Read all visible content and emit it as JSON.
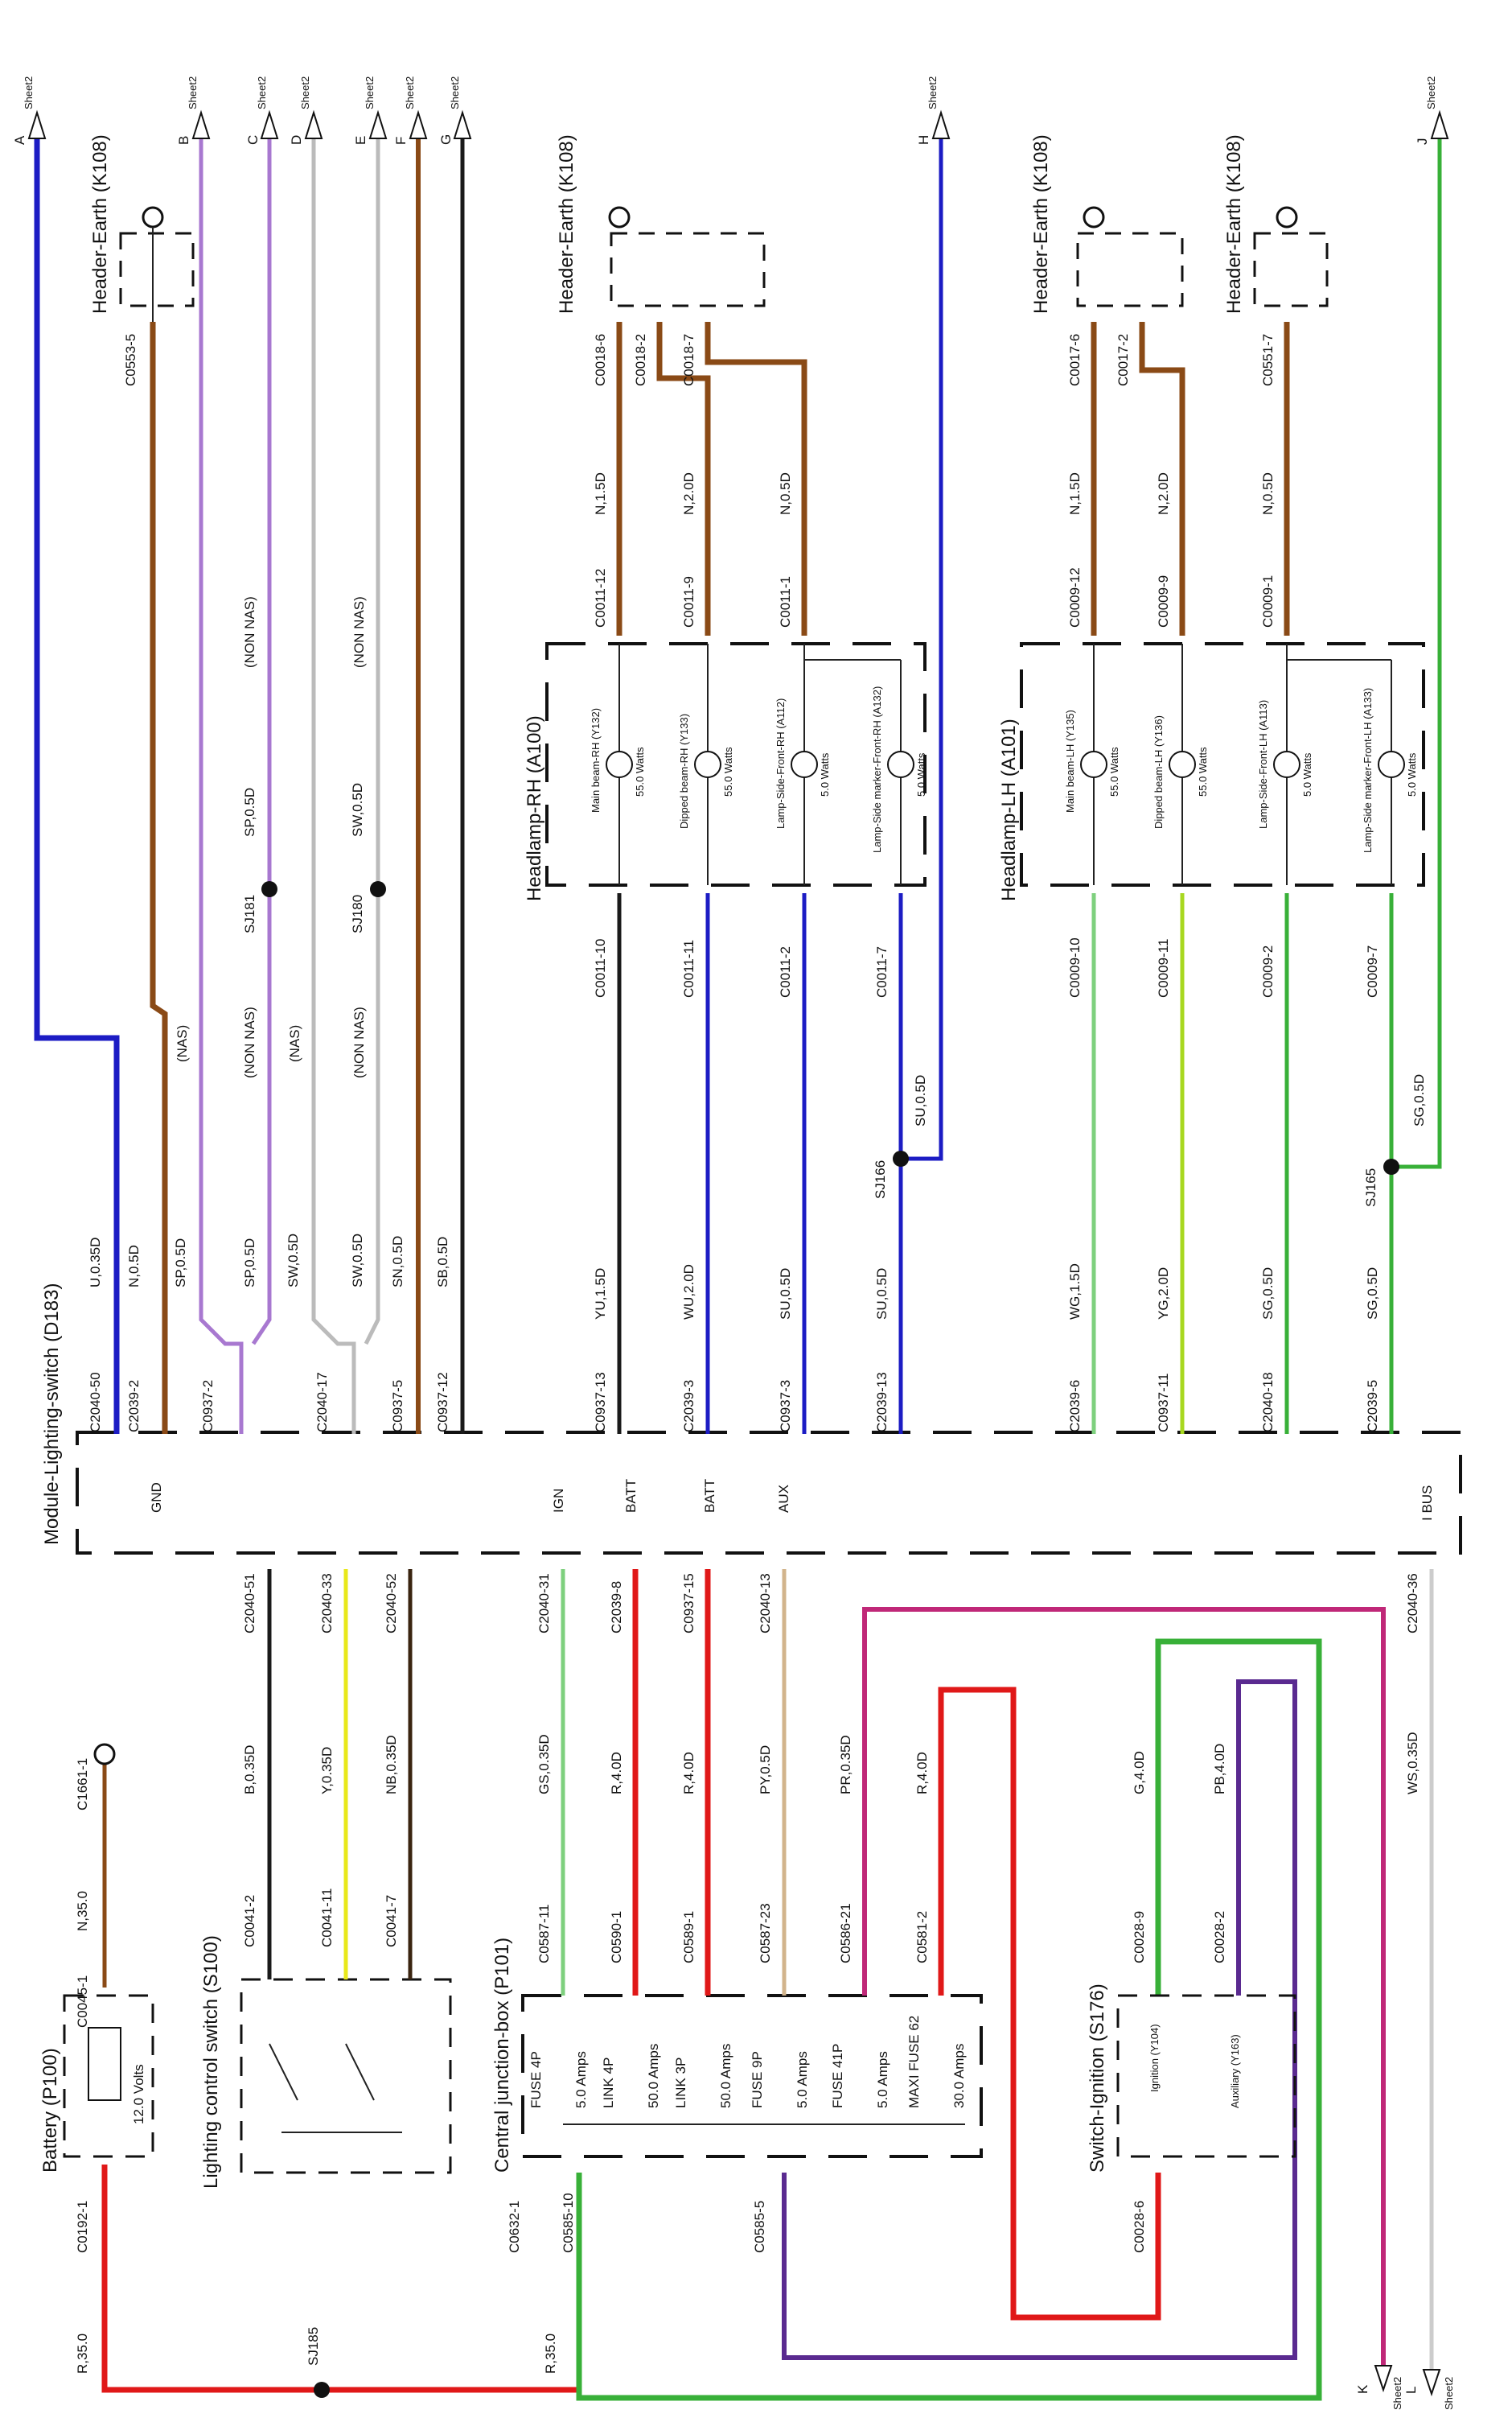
{
  "colors": {
    "blue": "#1c1cc4",
    "brown": "#8a4a16",
    "purple": "#a878d0",
    "white": "#bbbbbb",
    "black": "#1a1a1a",
    "red": "#e01818",
    "yellow": "#e8e81a",
    "green": "#38b038",
    "pink": "#c02878",
    "violet": "#5a2a90",
    "sandy": "#d2b48c",
    "ltgreen": "#7ed07e",
    "lime": "#a8d820"
  },
  "sheet_ref": "Sheet2",
  "modules": {
    "lighting_switch": "Module-Lighting-switch (D183)",
    "battery": "Battery (P100)",
    "lighting_control": "Lighting control switch (S100)",
    "cjb": "Central junction-box (P101)",
    "ignition": "Switch-Ignition (S176)",
    "headlamp_rh": "Headlamp-RH (A100)",
    "headlamp_lh": "Headlamp-LH (A101)",
    "header_earth": "Header-Earth (K108)"
  },
  "module_pins": [
    "GND",
    "IGN",
    "BATT",
    "BATT",
    "AUX",
    "I BUS"
  ],
  "top_wires": [
    {
      "letter": "A",
      "code": "U,0.35D",
      "conn": "C2040-50",
      "color": "blue"
    },
    {
      "letter": "B",
      "code": "SP,0.5D",
      "conn": "C0937-2",
      "color": "purple"
    },
    {
      "letter": "C",
      "code": "SP,0.5D",
      "conn": "",
      "color": "purple"
    },
    {
      "letter": "D",
      "code": "SW,0.5D",
      "conn": "C2040-17",
      "color": "white"
    },
    {
      "letter": "E",
      "code": "SW,0.5D",
      "conn": "",
      "color": "white"
    },
    {
      "letter": "F",
      "code": "SN,0.5D",
      "conn": "C0937-5",
      "color": "brown"
    },
    {
      "letter": "G",
      "code": "SB,0.5D",
      "conn": "C0937-12",
      "color": "black"
    }
  ],
  "gnd_wire": {
    "code": "N,0.5D",
    "conn": "C2039-2",
    "earth_conn": "C0553-5"
  },
  "variant_notes": [
    "(NAS)",
    "(NON NAS)",
    "(NAS)",
    "(NON NAS)",
    "(NON NAS)",
    "(NON NAS)"
  ],
  "splices": [
    "SJ181",
    "SJ180",
    "SJ166",
    "SJ165",
    "SJ185"
  ],
  "sp_mid": "SP,0.5D",
  "sw_mid": "SW,0.5D",
  "headlamp_rh": {
    "wires": [
      {
        "conn": "C0937-13",
        "code": "YU,1.5D",
        "lamp_conn": "C0011-10",
        "color": "black"
      },
      {
        "conn": "C2039-3",
        "code": "WU,2.0D",
        "lamp_conn": "C0011-11",
        "color": "blue"
      },
      {
        "conn": "C0937-3",
        "code": "SU,0.5D",
        "lamp_conn": "C0011-2",
        "color": "blue"
      },
      {
        "conn": "C2039-13",
        "code": "SU,0.5D",
        "lamp_conn": "C0011-7",
        "color": "blue"
      }
    ],
    "lamps": [
      {
        "name": "Main beam-RH (Y132)",
        "watts": "55.0 Watts"
      },
      {
        "name": "Dipped beam-RH (Y133)",
        "watts": "55.0 Watts"
      },
      {
        "name": "Lamp-Side-Front-RH (A112)",
        "watts": "5.0 Watts"
      },
      {
        "name": "Lamp-Side marker-Front-RH (A132)",
        "watts": "5.0 Watts"
      }
    ],
    "earth": [
      {
        "conn": "C0011-12",
        "code": "N,1.5D",
        "hdr": "C0018-6"
      },
      {
        "conn": "C0011-9",
        "code": "N,2.0D",
        "hdr": "C0018-2"
      },
      {
        "conn": "C0011-1",
        "code": "N,0.5D",
        "hdr": "C0018-7"
      }
    ],
    "h_letter": "H",
    "h_code": "SU,0.5D"
  },
  "headlamp_lh": {
    "wires": [
      {
        "conn": "C2039-6",
        "code": "WG,1.5D",
        "lamp_conn": "C0009-10",
        "color": "ltgreen"
      },
      {
        "conn": "C0937-11",
        "code": "YG,2.0D",
        "lamp_conn": "C0009-11",
        "color": "lime"
      },
      {
        "conn": "C2040-18",
        "code": "SG,0.5D",
        "lamp_conn": "C0009-2",
        "color": "green"
      },
      {
        "conn": "C2039-5",
        "code": "SG,0.5D",
        "lamp_conn": "C0009-7",
        "color": "green"
      }
    ],
    "lamps": [
      {
        "name": "Main beam-LH (Y135)",
        "watts": "55.0 Watts"
      },
      {
        "name": "Dipped beam-LH (Y136)",
        "watts": "55.0 Watts"
      },
      {
        "name": "Lamp-Side-Front-LH (A113)",
        "watts": "5.0 Watts"
      },
      {
        "name": "Lamp-Side marker-Front-LH (A133)",
        "watts": "5.0 Watts"
      }
    ],
    "earth": [
      {
        "conn": "C0009-12",
        "code": "N,1.5D",
        "hdr": "C0017-6"
      },
      {
        "conn": "C0009-9",
        "code": "N,2.0D",
        "hdr": "C0017-2"
      },
      {
        "conn": "C0009-1",
        "code": "N,0.5D",
        "hdr": "C0551-7"
      }
    ],
    "j_letter": "J",
    "j_code": "SG,0.5D"
  },
  "battery": {
    "volts": "12.0 Volts",
    "pos_conn": "C0192-1",
    "neg_conn": "C0045-1",
    "neg_code": "N,35.0",
    "earth_conn": "C1661-1",
    "pos_code": "R,35.0"
  },
  "lighting_control": {
    "wires": [
      {
        "conn": "C0041-2",
        "code": "B,0.35D",
        "mod": "C2040-51"
      },
      {
        "conn": "C0041-11",
        "code": "Y,0.35D",
        "mod": "C2040-33"
      },
      {
        "conn": "C0041-7",
        "code": "NB,0.35D",
        "mod": "C2040-52"
      }
    ]
  },
  "cjb": {
    "in_conns": [
      "C0632-1",
      "C0585-10",
      "C0585-5"
    ],
    "in_code": "R,35.0",
    "fuses": [
      {
        "name": "FUSE 4P",
        "rating": "5.0 Amps",
        "out": "C0587-11",
        "code": "GS,0.35D",
        "mod": "C2040-31"
      },
      {
        "name": "LINK 4P",
        "rating": "50.0 Amps",
        "out": "C0590-1",
        "code": "R,4.0D",
        "mod": "C2039-8"
      },
      {
        "name": "LINK 3P",
        "rating": "50.0 Amps",
        "out": "C0589-1",
        "code": "R,4.0D",
        "mod": "C0937-15"
      },
      {
        "name": "FUSE 9P",
        "rating": "5.0 Amps",
        "out": "C0587-23",
        "code": "PY,0.5D",
        "mod": "C2040-13"
      },
      {
        "name": "FUSE 41P",
        "rating": "5.0 Amps",
        "out": "C0586-21",
        "code": "PR,0.35D",
        "mod": ""
      },
      {
        "name": "MAXI FUSE 62",
        "rating": "30.0 Amps",
        "out": "C0581-2",
        "code": "R,4.0D",
        "mod": ""
      }
    ]
  },
  "ignition": {
    "positions": [
      "Ignition (Y104)",
      "Auxiliary (Y163)"
    ],
    "conns": [
      "C0028-9",
      "C0028-2",
      "C0028-6"
    ],
    "codes": [
      "G,4.0D",
      "PB,4.0D"
    ]
  },
  "ibus": {
    "conn": "C2040-36",
    "code": "WS,0.35D"
  },
  "bottom_refs": [
    {
      "letter": "K"
    },
    {
      "letter": "L"
    }
  ]
}
